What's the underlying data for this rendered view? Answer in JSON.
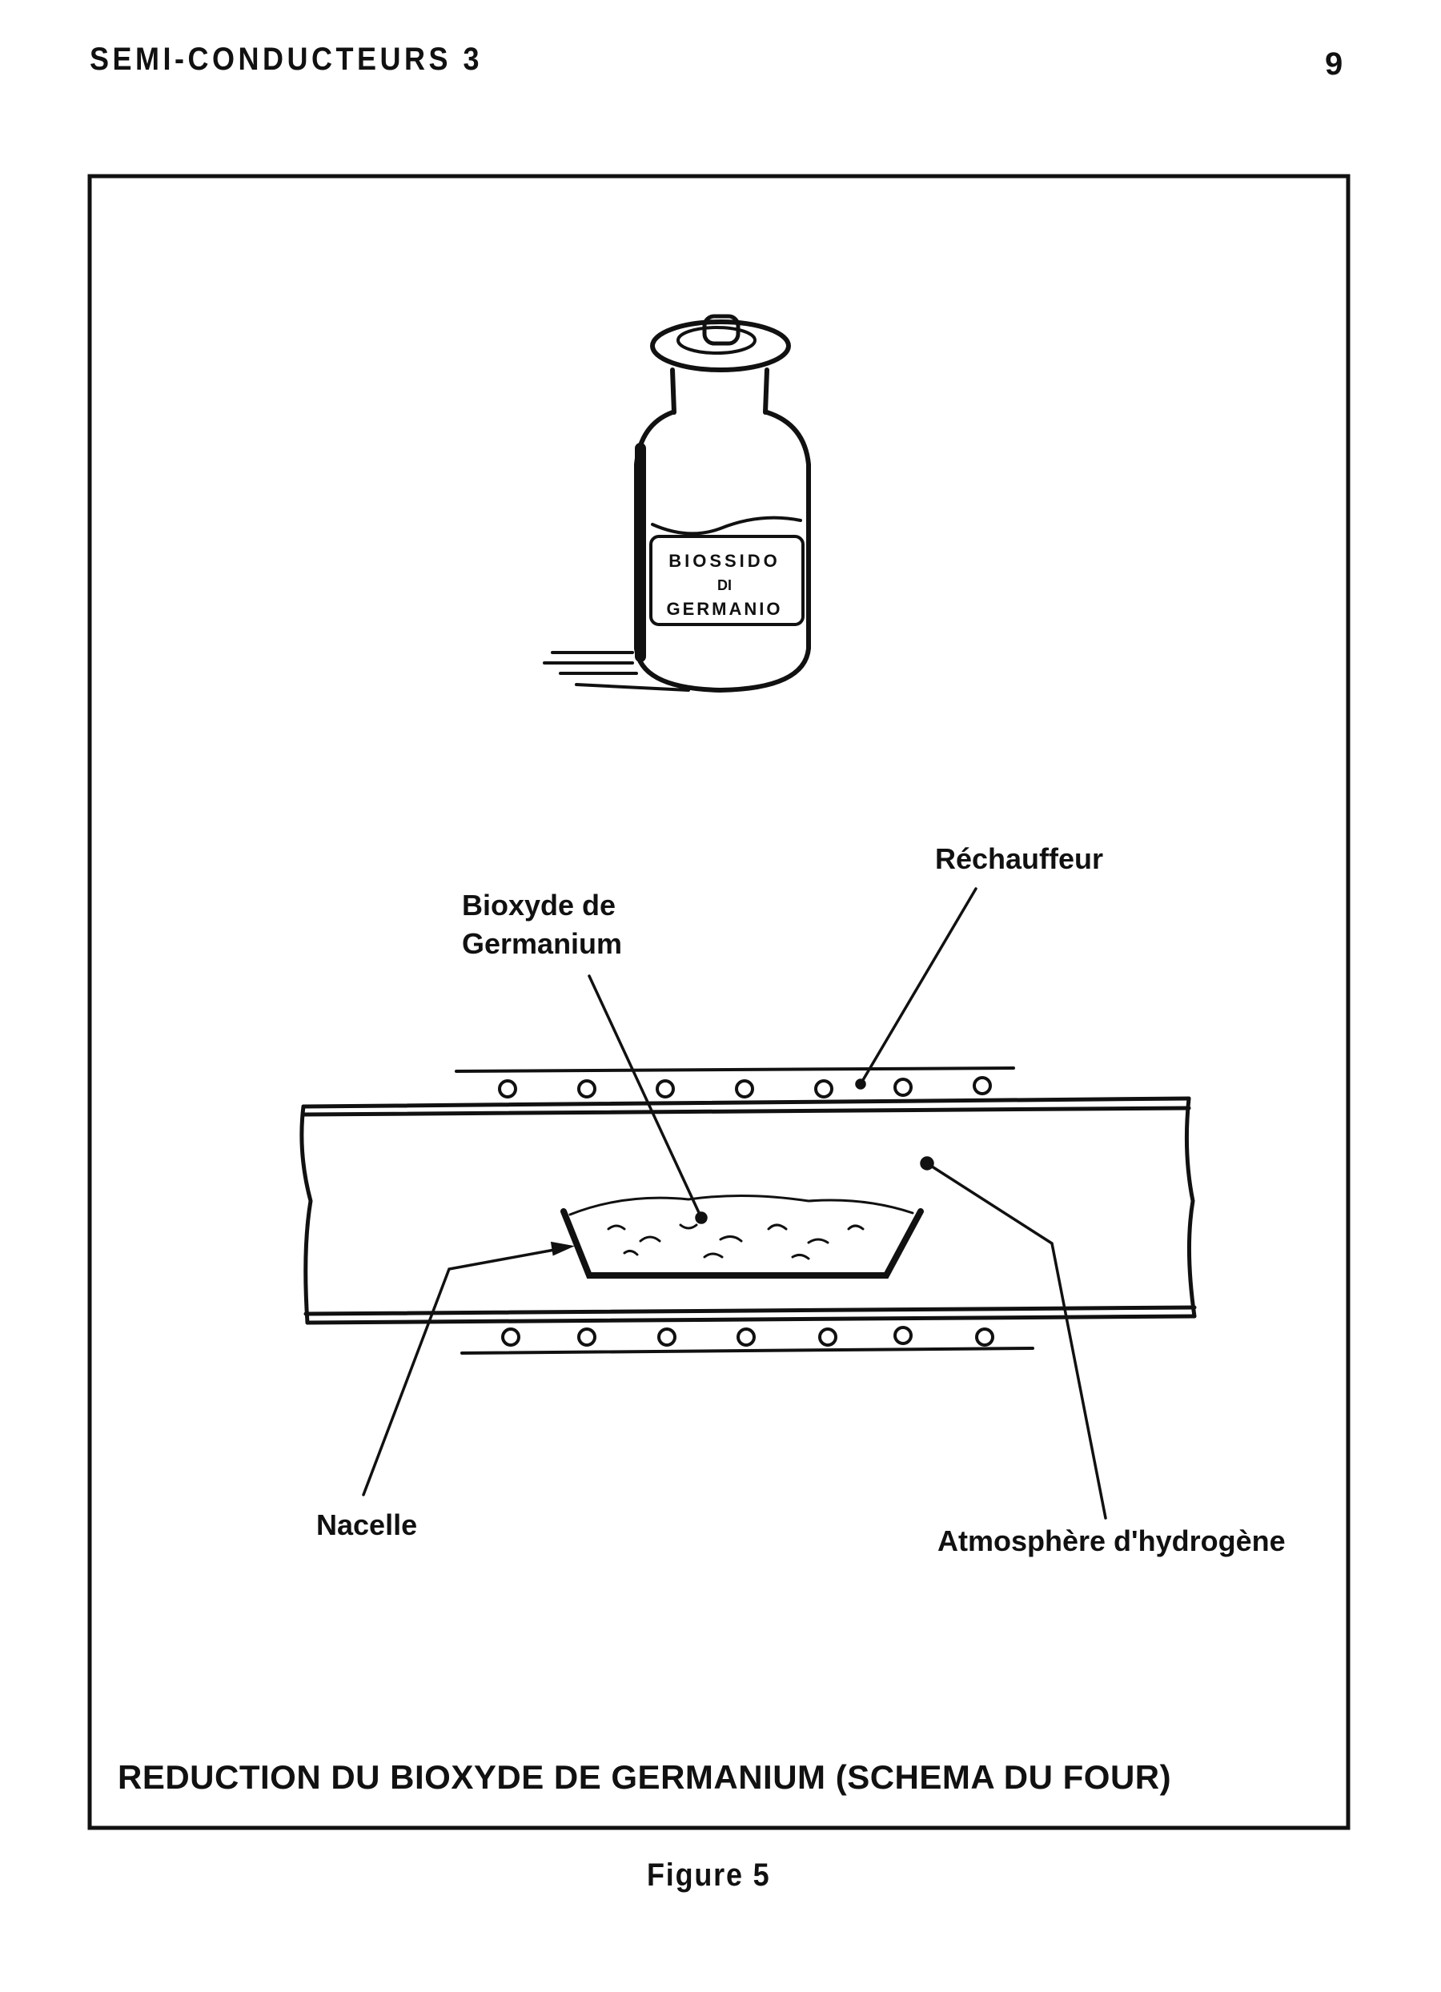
{
  "header": {
    "title": "SEMI-CONDUCTEURS 3",
    "page_number": "9"
  },
  "figure": {
    "bottle_label": [
      "BIOSSIDO",
      "DI",
      "GERMANIO"
    ],
    "labels": {
      "heater": "Réchauffeur",
      "dioxide_line1": "Bioxyde de",
      "dioxide_line2": "Germanium",
      "boat": "Nacelle",
      "atmosphere": "Atmosphère d'hydrogène"
    },
    "caption": "REDUCTION DU BIOXYDE DE GERMANIUM (SCHEMA DU FOUR)",
    "number": "Figure 5"
  }
}
